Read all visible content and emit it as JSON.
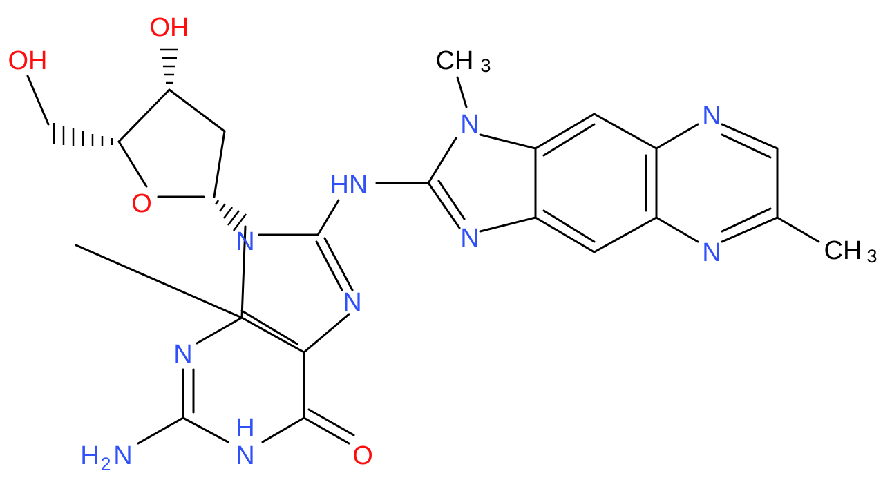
{
  "colors": {
    "bond": "#000000",
    "nitrogen": "#3050F8",
    "oxygen": "#FF0D0D",
    "carbon": "#000000",
    "background": "#FFFFFF"
  },
  "atoms": {
    "oh_top": "OH",
    "oh_left": "OH",
    "o_ring": "O",
    "n9": "N",
    "n7": "N",
    "n3": "N",
    "nh1": "N",
    "nh1_h": "H",
    "nh2_h": "H",
    "nh2_sub": "2",
    "nh2_n": "N",
    "o6": "O",
    "nh_link": "HN",
    "n_methyl": "N",
    "ch3_top_c": "CH",
    "ch3_top_sub": "3",
    "n_imid_bottom": "N",
    "n_pyr_top": "N",
    "n_pyr_bottom": "N",
    "ch3_right_c": "CH",
    "ch3_right_sub": "3"
  }
}
